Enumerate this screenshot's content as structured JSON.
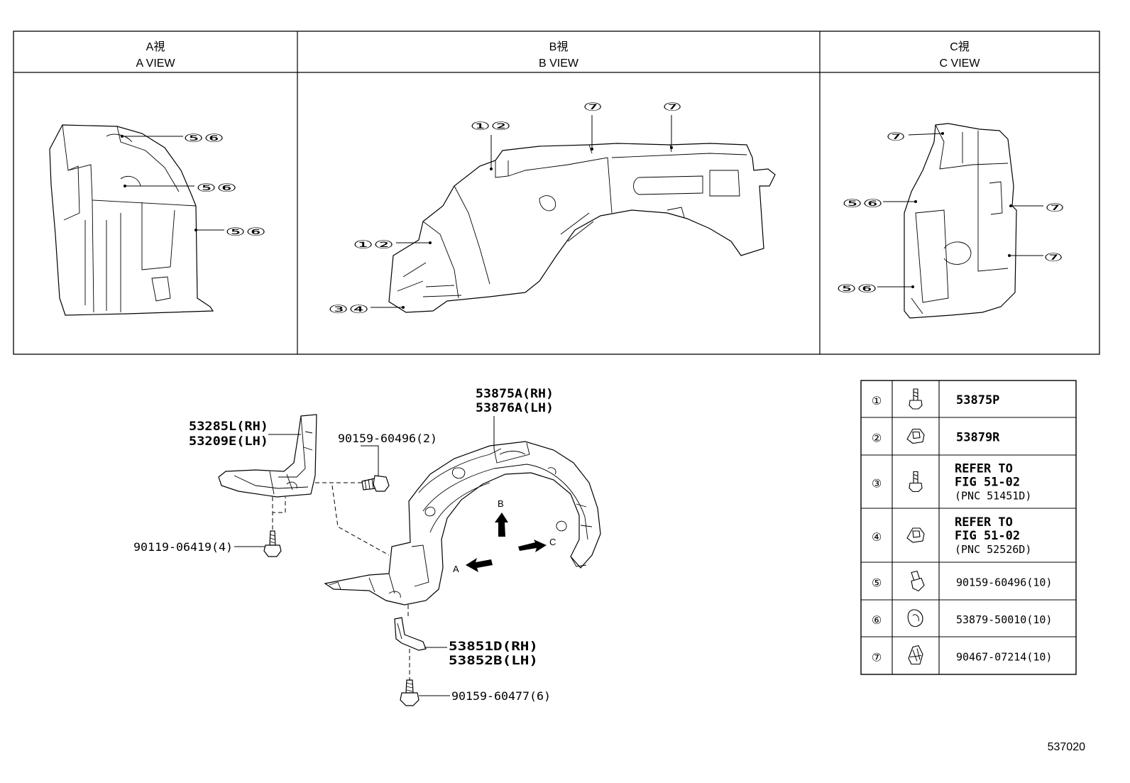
{
  "views": [
    {
      "jp": "A視",
      "en": "A VIEW"
    },
    {
      "jp": "B視",
      "en": "B VIEW"
    },
    {
      "jp": "C視",
      "en": "C VIEW"
    }
  ],
  "view_callouts": {
    "a": [
      "⑤⑥",
      "⑤⑥",
      "⑤⑥"
    ],
    "b": [
      "①②",
      "①②",
      "③④",
      "⑦",
      "⑦"
    ],
    "c": [
      "⑦",
      "⑤⑥",
      "⑤⑥",
      "⑦",
      "⑦"
    ]
  },
  "labels": {
    "liner_rh": "53875A(RH)",
    "liner_lh": "53876A(LH)",
    "bracket_rh": "53285L(RH)",
    "bracket_lh": "53209E(LH)",
    "screw_top": "90159-60496(2)",
    "bolt_left": "90119-06419(4)",
    "seal_rh": "53851D(RH)",
    "seal_lh": "53852B(LH)",
    "screw_bottom": "90159-60477(6)",
    "arrow_a": "A",
    "arrow_b": "B",
    "arrow_c": "C"
  },
  "parts_table": [
    {
      "num": "①",
      "icon": "screw-icon",
      "lines": [
        "53875P"
      ]
    },
    {
      "num": "②",
      "icon": "nut-clip-icon",
      "lines": [
        "53879R"
      ]
    },
    {
      "num": "③",
      "icon": "screw-icon",
      "lines": [
        "REFER TO",
        "FIG 51-02",
        "(PNC 51451D)"
      ]
    },
    {
      "num": "④",
      "icon": "nut-clip-icon",
      "lines": [
        "REFER TO",
        "FIG 51-02",
        "(PNC 52526D)"
      ]
    },
    {
      "num": "⑤",
      "icon": "tapping-screw-icon",
      "lines": [
        "90159-60496(10)"
      ]
    },
    {
      "num": "⑥",
      "icon": "grommet-icon",
      "lines": [
        "53879-50010(10)"
      ]
    },
    {
      "num": "⑦",
      "icon": "push-clip-icon",
      "lines": [
        "90467-07214(10)"
      ]
    }
  ],
  "figure_number": "537020"
}
